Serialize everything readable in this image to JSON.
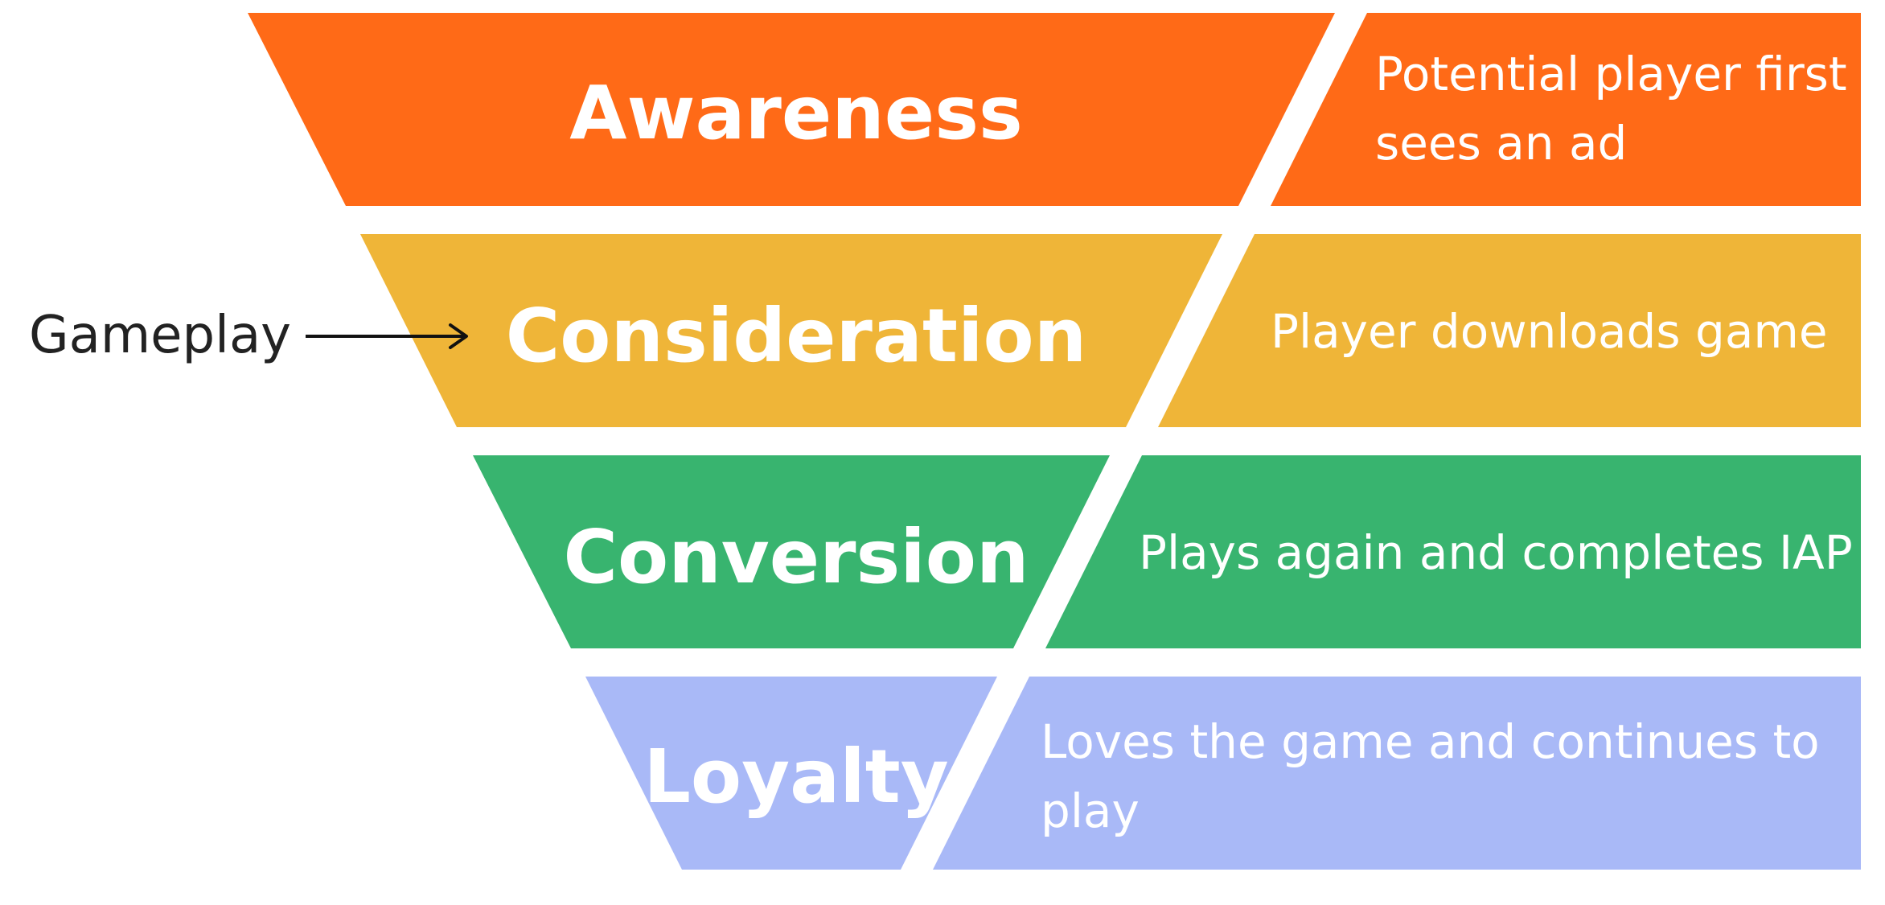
{
  "stages": [
    {
      "title": "Awareness",
      "description_lines": [
        "Potential player first",
        "sees an ad"
      ],
      "color": "#FF6A17"
    },
    {
      "title": "Consideration",
      "description_lines": [
        "Player downloads game"
      ],
      "color": "#EFB538"
    },
    {
      "title": "Conversion",
      "description_lines": [
        "Plays again and completes IAP"
      ],
      "color": "#38B46F"
    },
    {
      "title": "Loyalty",
      "description_lines": [
        "Loves the game and continues to",
        "play"
      ],
      "color": "#A9B9F7"
    }
  ],
  "side_label": {
    "text": "Gameplay",
    "arrow_icon": "right-arrow-icon",
    "points_to_stage": "Consideration"
  }
}
